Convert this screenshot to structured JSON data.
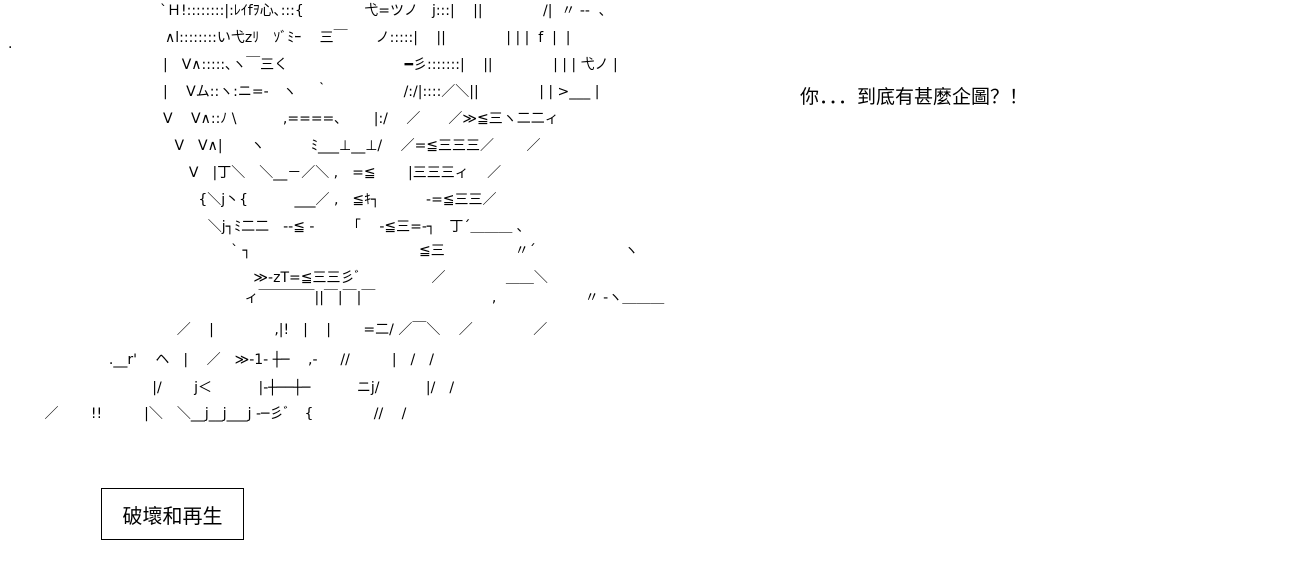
{
  "art_lines": [
    "`Ｈ!::::::::|:ﾚｲfｦ心､:::{　　　　 弋=ツノ　j:::|　 ||　　　　 /|  〃 ‐-  ､",
    "∧l::::::::い弋zﾘ　ｿﾞﾐｰ　 三￣　　ノ:::::|　 ||　　　　 | | |  f  |  |",
    "|　V∧:::::､ヽ￣三く　　　　　　　　 ━彡:::::::|　 ||　　　　 | | | 弋ノ |",
    "|　 Vム::ヽ:ニ=-　ヽ　 ｀　　　　　 /:/|::::／＼||　　　　 | | >___ |",
    "V　 V∧::ﾉ \\　　　 ,====､　　 |:/　 ／　　／≫≦三ヽ二二ィ",
    " V　V∧|　　ヽ　　　 ﾐ___⊥__⊥/　 ／=≦三三三／　　 ／",
    "  V　|丁＼　＼__－／＼ ,　=≦　　 |三三三ィ　 ／",
    "   {＼j丶{　　　 ___／ ,　≦ｷ┐　　　 -=≦三三／",
    "    ＼j┐ﾐ二二　--≦ -　　 「　 -≦三=-┐　丁´＿＿＿ ､",
    "       ` ┐　　　　　　　　　　　　≦三　　　　　〃´　　　　　　 ヽ",
    "            ≫-zT=≦三三彡ﾞ　　　　　／　　　　 ＿＿＼",
    "          ィ￣￣￣￣||￣|￣|￣　　　　　　　　 ,　　　　　　 〃 ‐ヽ＿＿＿",
    "      ／　 |　　　　 ,|!　|　 |　　 =二/ ／￣＼　 ／　　　　 ／",
    "  .__r'　 ヘ　|　 ／　≫-1- ┼─　 ,- 　 //　　　|　/　/",
    "     |/　　 j＜　　　 |-┼──┼─　　　 ニj/　　　 |/　/",
    " ／　　 !!　　　|＼　＼__j__j___j -─彡ﾞ　{　　　　 //　 /"
  ],
  "caption": "你．．．到底有甚麼企圖？！",
  "title_box": "破壞和再生",
  "stray_mark": "."
}
